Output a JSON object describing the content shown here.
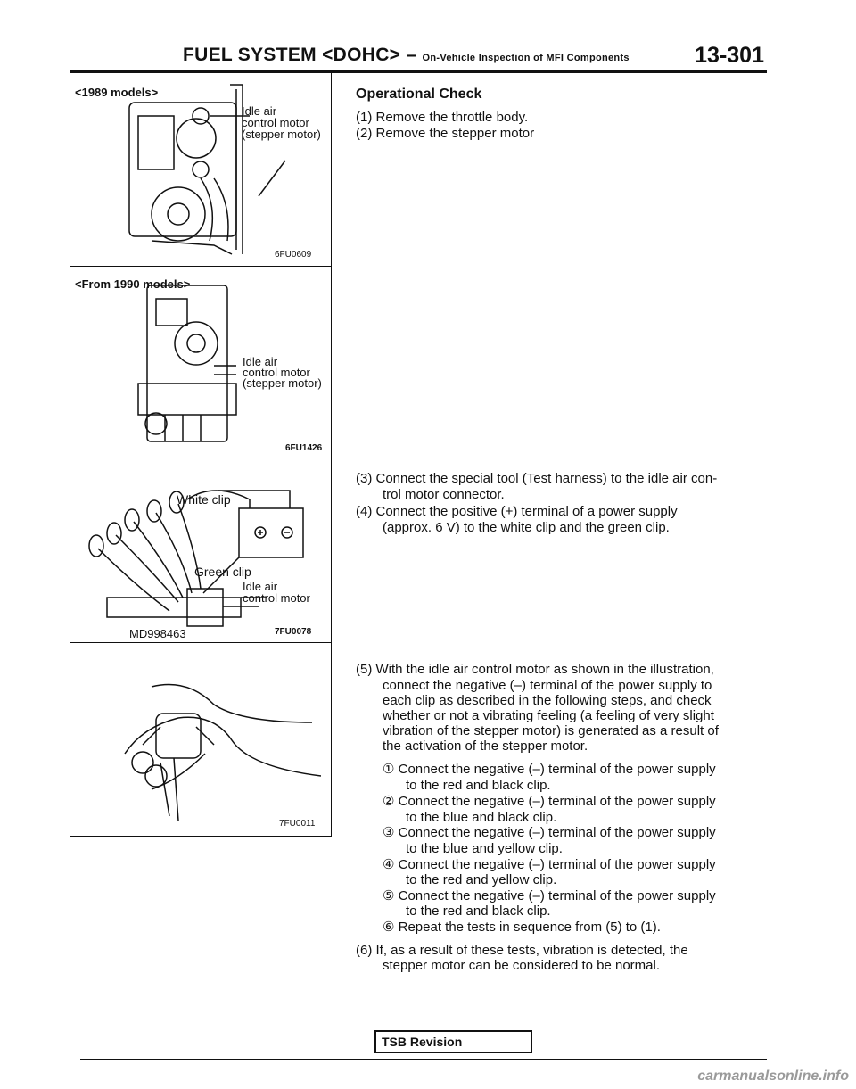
{
  "header": {
    "title": "FUEL SYSTEM <DOHC>",
    "dash": "–",
    "subtitle": "On-Vehicle Inspection of MFI Components",
    "page_number": "13-301"
  },
  "figures": [
    {
      "model_label": "<1989 models>",
      "callout": [
        "Idle air",
        "control motor",
        "(stepper motor)"
      ],
      "code": "6FU0609"
    },
    {
      "model_label": "<From 1990 models>",
      "callout": [
        "Idle air",
        "control motor",
        "(stepper motor)"
      ],
      "code": "6FU1426"
    },
    {
      "labels": {
        "white_clip": "White clip",
        "green_clip": "Green clip",
        "motor": [
          "Idle air",
          "control motor"
        ],
        "tool": "MD998463"
      },
      "code": "7FU0078"
    },
    {
      "code": "7FU0011"
    }
  ],
  "content": {
    "heading": "Operational Check",
    "steps": [
      "(1) Remove the throttle body.",
      "(2) Remove the stepper motor",
      "(3) Connect the special tool (Test harness) to the idle air con-",
      "trol motor connector.",
      "(4) Connect the positive (+) terminal of a power supply",
      "(approx. 6 V) to the white clip and the green clip.",
      "(5) With the idle air control motor as shown in the illustration,",
      "connect the negative (–) terminal of the power supply to",
      "each clip as described in the following steps, and check",
      "whether or not a vibrating feeling (a feeling of very slight",
      "vibration of the stepper motor) is generated as a result of",
      "the activation of the stepper motor.",
      "① Connect the negative (–) terminal of the power supply",
      "to the red and black clip.",
      "② Connect the negative (–) terminal of the power supply",
      "to the blue and black clip.",
      "③ Connect the negative (–) terminal of the power supply",
      "to the blue and yellow clip.",
      "④ Connect the negative (–) terminal of the power supply",
      "to the red and yellow clip.",
      "⑤ Connect the negative (–) terminal of the power supply",
      "to the red and black clip.",
      "⑥ Repeat the tests in sequence from (5) to (1).",
      "(6) If, as a result of these tests, vibration is detected, the",
      "stepper motor can be considered to be normal."
    ]
  },
  "tsb_box": "TSB Revision",
  "watermark": "carmanualsonline.info"
}
